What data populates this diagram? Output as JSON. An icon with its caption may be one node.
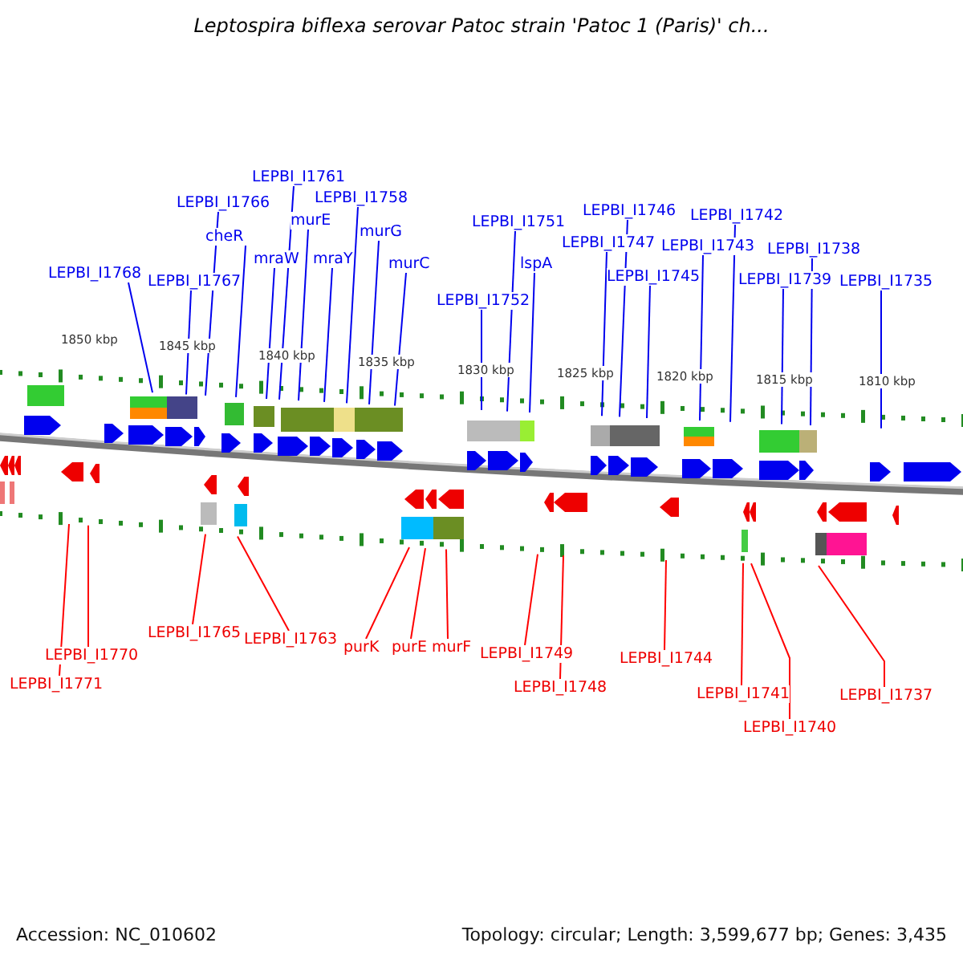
{
  "diagram": {
    "title": "Leptospira biflexa serovar Patoc strain 'Patoc 1 (Paris)' ch...",
    "nodes": [
      {
        "text": [
          "LEPBI_I1768"
        ]
      },
      {
        "text": [
          "LEPBI_I1766"
        ]
      },
      {
        "text": [
          "LEPBI_I1767"
        ]
      },
      {
        "text": [
          "cheR"
        ]
      },
      {
        "text": [
          "mraW"
        ]
      },
      {
        "text": [
          "LEPBI_I1761"
        ]
      },
      {
        "text": [
          "murE"
        ]
      },
      {
        "text": [
          "mraY"
        ]
      },
      {
        "text": [
          "LEPBI_I1758"
        ]
      },
      {
        "text": [
          "murG"
        ]
      },
      {
        "text": [
          "murC"
        ]
      },
      {
        "text": [
          "LEPBI_I1752"
        ]
      },
      {
        "text": [
          "LEPBI_I1751"
        ]
      },
      {
        "text": [
          "lspA"
        ]
      },
      {
        "text": [
          "LEPBI_I1746"
        ]
      },
      {
        "text": [
          "LEPBI_I1747"
        ]
      },
      {
        "text": [
          "LEPBI_I1745"
        ]
      },
      {
        "text": [
          "LEPBI_I1742"
        ]
      },
      {
        "text": [
          "LEPBI_I1743"
        ]
      },
      {
        "text": [
          "LEPBI_I1739"
        ]
      },
      {
        "text": [
          "LEPBI_I1738"
        ]
      },
      {
        "text": [
          "LEPBI_I1735"
        ]
      },
      {
        "text": [
          "LEPBI_I1770"
        ]
      },
      {
        "text": [
          "LEPBI_I1771"
        ]
      },
      {
        "text": [
          "LEPBI_I1765"
        ]
      },
      {
        "text": [
          "LEPBI_I1763"
        ]
      },
      {
        "text": [
          "purK"
        ]
      },
      {
        "text": [
          "purE"
        ]
      },
      {
        "text": [
          "murF"
        ]
      },
      {
        "text": [
          "LEPBI_I1749"
        ]
      },
      {
        "text": [
          "LEPBI_I1748"
        ]
      },
      {
        "text": [
          "LEPBI_I1744"
        ]
      },
      {
        "text": [
          "LEPBI_I1741"
        ]
      },
      {
        "text": [
          "LEPBI_I1740"
        ]
      },
      {
        "text": [
          "LEPBI_I1737"
        ]
      }
    ],
    "edges": [
      {
        "from": 0,
        "to": null,
        "arrow": "none"
      },
      {
        "from": 1,
        "to": null,
        "arrow": "none"
      },
      {
        "from": 2,
        "to": null,
        "arrow": "none"
      },
      {
        "from": 3,
        "to": null,
        "arrow": "none"
      },
      {
        "from": 4,
        "to": null,
        "arrow": "none"
      },
      {
        "from": 5,
        "to": null,
        "arrow": "none"
      },
      {
        "from": 6,
        "to": null,
        "arrow": "none"
      },
      {
        "from": 7,
        "to": null,
        "arrow": "none"
      },
      {
        "from": 8,
        "to": null,
        "arrow": "none"
      },
      {
        "from": 9,
        "to": null,
        "arrow": "none"
      },
      {
        "from": 10,
        "to": null,
        "arrow": "none"
      },
      {
        "from": 11,
        "to": null,
        "arrow": "none"
      },
      {
        "from": 12,
        "to": null,
        "arrow": "none"
      },
      {
        "from": 13,
        "to": null,
        "arrow": "none"
      },
      {
        "from": 14,
        "to": null,
        "arrow": "none"
      },
      {
        "from": 15,
        "to": null,
        "arrow": "none"
      },
      {
        "from": 16,
        "to": null,
        "arrow": "none"
      },
      {
        "from": 17,
        "to": null,
        "arrow": "none"
      },
      {
        "from": 18,
        "to": null,
        "arrow": "none"
      },
      {
        "from": 19,
        "to": null,
        "arrow": "none"
      },
      {
        "from": 20,
        "to": null,
        "arrow": "none"
      },
      {
        "from": 21,
        "to": null,
        "arrow": "none"
      },
      {
        "from": 22,
        "to": null,
        "arrow": "none",
        "color": "#ff0000"
      },
      {
        "from": 23,
        "to": null,
        "arrow": "none",
        "color": "#ff0000"
      },
      {
        "from": 24,
        "to": null,
        "arrow": "none",
        "color": "#ff0000"
      },
      {
        "from": 25,
        "to": null,
        "arrow": "none",
        "color": "#ff0000"
      },
      {
        "from": 26,
        "to": null,
        "arrow": "none",
        "color": "#ff0000"
      },
      {
        "from": 27,
        "to": null,
        "arrow": "none",
        "color": "#ff0000"
      },
      {
        "from": 28,
        "to": null,
        "arrow": "none",
        "color": "#ff0000"
      },
      {
        "from": 29,
        "to": null,
        "arrow": "none",
        "color": "#ff0000"
      },
      {
        "from": 30,
        "to": null,
        "arrow": "none",
        "color": "#ff0000"
      },
      {
        "from": 31,
        "to": null,
        "arrow": "none",
        "color": "#ff0000"
      },
      {
        "from": 32,
        "to": null,
        "arrow": "none",
        "color": "#ff0000"
      },
      {
        "from": 33,
        "to": null,
        "arrow": "none",
        "color": "#ff0000"
      },
      {
        "from": 34,
        "to": null,
        "arrow": "none",
        "color": "#ff0000"
      }
    ],
    "labels": [
      "1850 kbp",
      "1845 kbp",
      "1840 kbp",
      "1835 kbp",
      "1830 kbp",
      "1825 kbp",
      "1820 kbp",
      "1815 kbp",
      "1810 kbp",
      "Accession: NC_010602",
      "Topology: circular; Length: 3,599,677 bp; Genes: 3,435"
    ]
  }
}
